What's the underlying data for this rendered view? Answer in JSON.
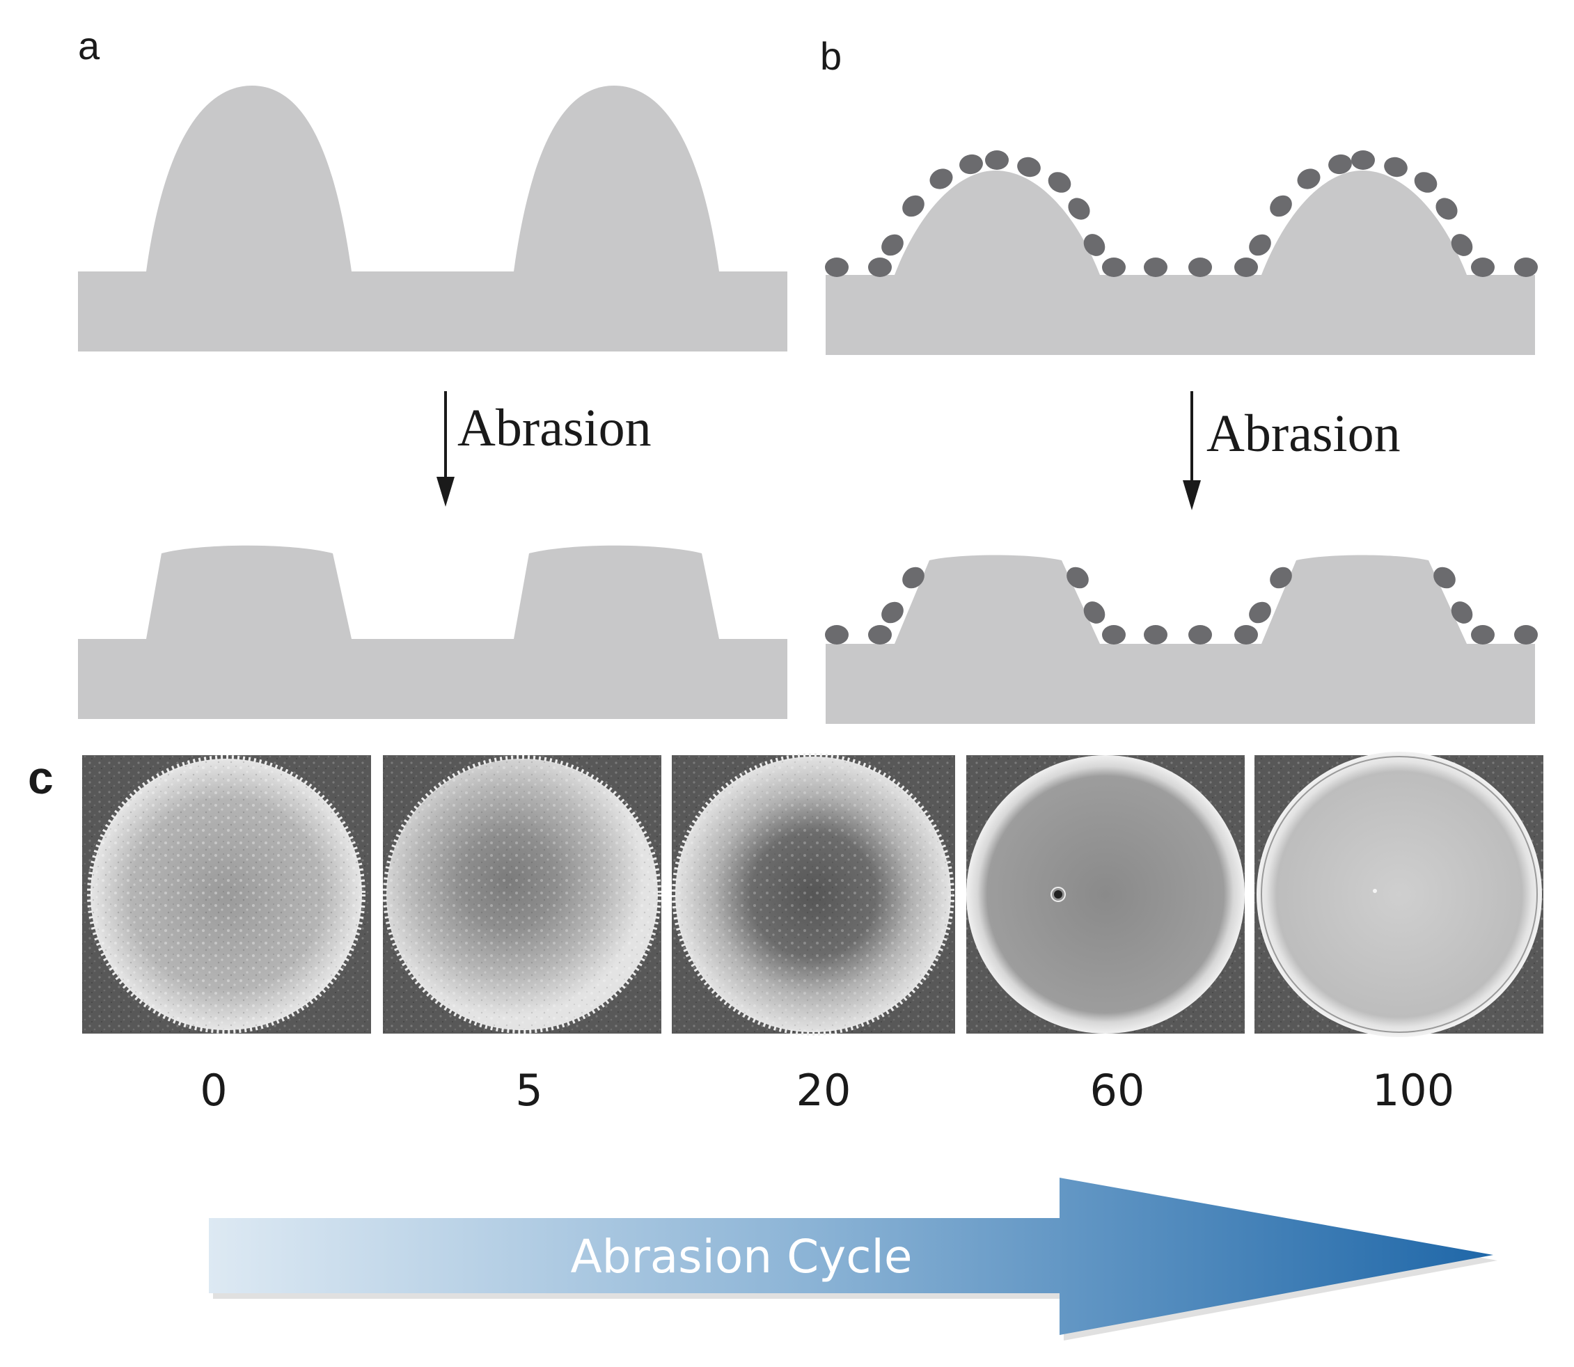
{
  "panels": {
    "a": {
      "label": "a",
      "arrow_label": "Abrasion"
    },
    "b": {
      "label": "b",
      "arrow_label": "Abrasion"
    },
    "c": {
      "label": "c",
      "cycles": [
        "0",
        "5",
        "20",
        "60",
        "100"
      ],
      "progress_arrow_label": "Abrasion Cycle"
    }
  },
  "colors": {
    "substrate": "#c8c8c9",
    "particles": "#6b6b6e",
    "arrow_light": "#dde9f3",
    "arrow_dark": "#1f67a8"
  }
}
